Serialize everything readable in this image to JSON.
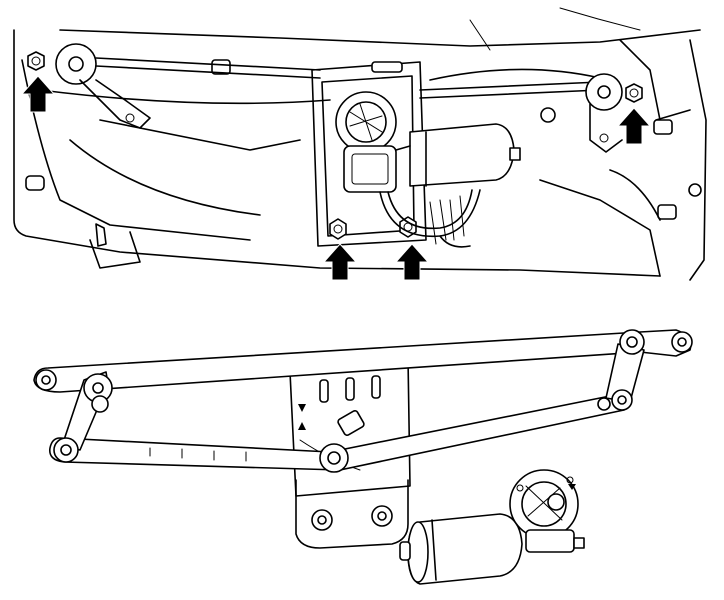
{
  "figure": {
    "panels": [
      {
        "id": "installed-view",
        "arrow_count": 4
      },
      {
        "id": "removed-view",
        "arrow_count": 0
      }
    ],
    "colors": {
      "line": "#000000",
      "background": "#ffffff"
    }
  }
}
